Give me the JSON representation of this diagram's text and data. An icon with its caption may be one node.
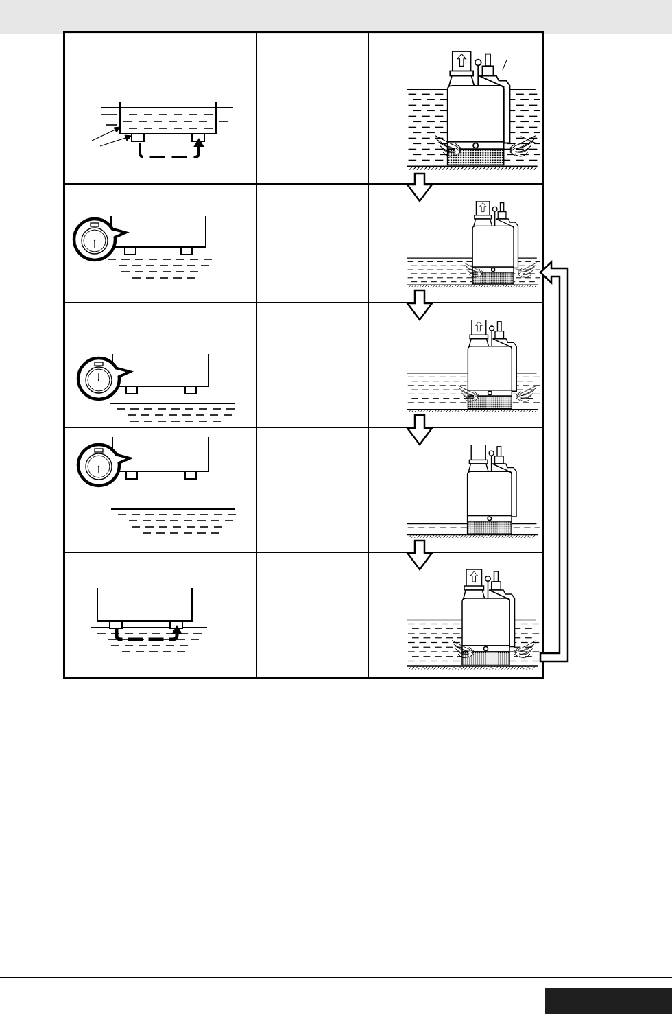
{
  "diagram": {
    "nodes": [
      {
        "text": [],
        "shape": "picture"
      },
      {
        "text": [],
        "shape": "picture"
      },
      {
        "text": [],
        "shape": "picture"
      },
      {
        "text": [],
        "shape": "picture"
      },
      {
        "text": [],
        "shape": "picture"
      }
    ],
    "edges": [
      {
        "from": 0,
        "to": 1,
        "arrow": "to"
      },
      {
        "from": 1,
        "to": 2,
        "arrow": "to"
      },
      {
        "from": 2,
        "to": 3,
        "arrow": "to"
      },
      {
        "from": 3,
        "to": 4,
        "arrow": "to"
      },
      {
        "from": 4,
        "to": 1,
        "arrow": "to"
      }
    ]
  }
}
